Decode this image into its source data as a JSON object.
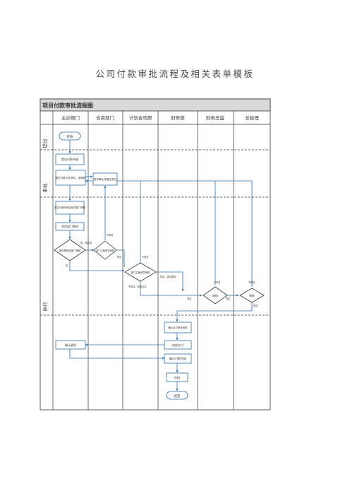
{
  "document": {
    "title": "公司付款审批流程及相关表单模板"
  },
  "chart": {
    "title": "项目付款审批流程图"
  },
  "columns": [
    "主办部门",
    "合资部门",
    "计划合同部",
    "财务部",
    "财务总监",
    "总经理"
  ],
  "phases": [
    "提出",
    "审批",
    "执行"
  ],
  "nodes": {
    "start": "开始",
    "n1": "提出付款申请",
    "n2": "提交付款文件资料，请审批",
    "n3": "签字确认并备注意见",
    "n4": "提交付款申请至相关部门审核",
    "n5": "合资部门审核",
    "d1": "是否需相关部门审核",
    "d2": "部门主管领导审核",
    "d3": "部门主管领导审核",
    "d4": "审核",
    "d5": "审批",
    "n6": "确认支付审批资料",
    "n7": "安排支付",
    "n8": "确认收款",
    "n9": "确认付款完成",
    "n10": "存档",
    "end": "结束"
  },
  "edge_labels": {
    "e_yes1": "是，需会签",
    "e_no1": "否",
    "e_disagree1": "不同意",
    "e_agree1": "同意",
    "e_disagree2": "不同意",
    "e_agree2": "同意，递交审批",
    "e_disagree3": "不同意",
    "e_agree3": "同意",
    "e_disagree4": "不同意",
    "e_agree4": "同意",
    "e_note": "不同意，修改意见"
  },
  "colors": {
    "line": "#2f6fad",
    "border": "#333333",
    "header_bg": "#d9d9d9",
    "phase_text": "#c0504d"
  }
}
